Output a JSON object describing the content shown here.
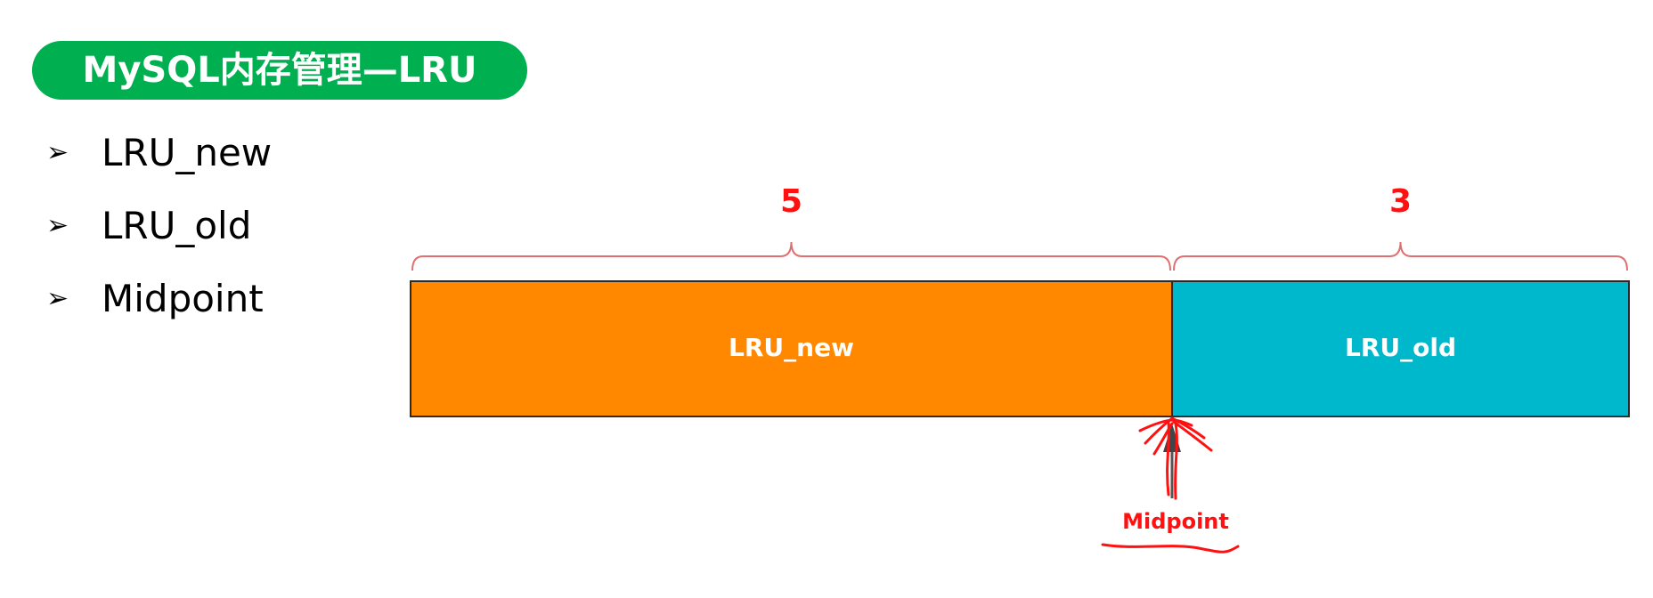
{
  "title": "MySQL内存管理—LRU",
  "bullets": [
    {
      "marker": "➢",
      "text": "LRU_new"
    },
    {
      "marker": "➢",
      "text": "LRU_old"
    },
    {
      "marker": "➢",
      "text": "Midpoint"
    }
  ],
  "diagram": {
    "segments": [
      {
        "label": "LRU_new",
        "count": "5",
        "fraction": 0.625,
        "color": "#ff8800"
      },
      {
        "label": "LRU_old",
        "count": "3",
        "fraction": 0.375,
        "color": "#00b8cc"
      }
    ],
    "midpoint_label": "Midpoint",
    "annotation_color": "#ff1111",
    "bracket_color": "#e07070"
  }
}
